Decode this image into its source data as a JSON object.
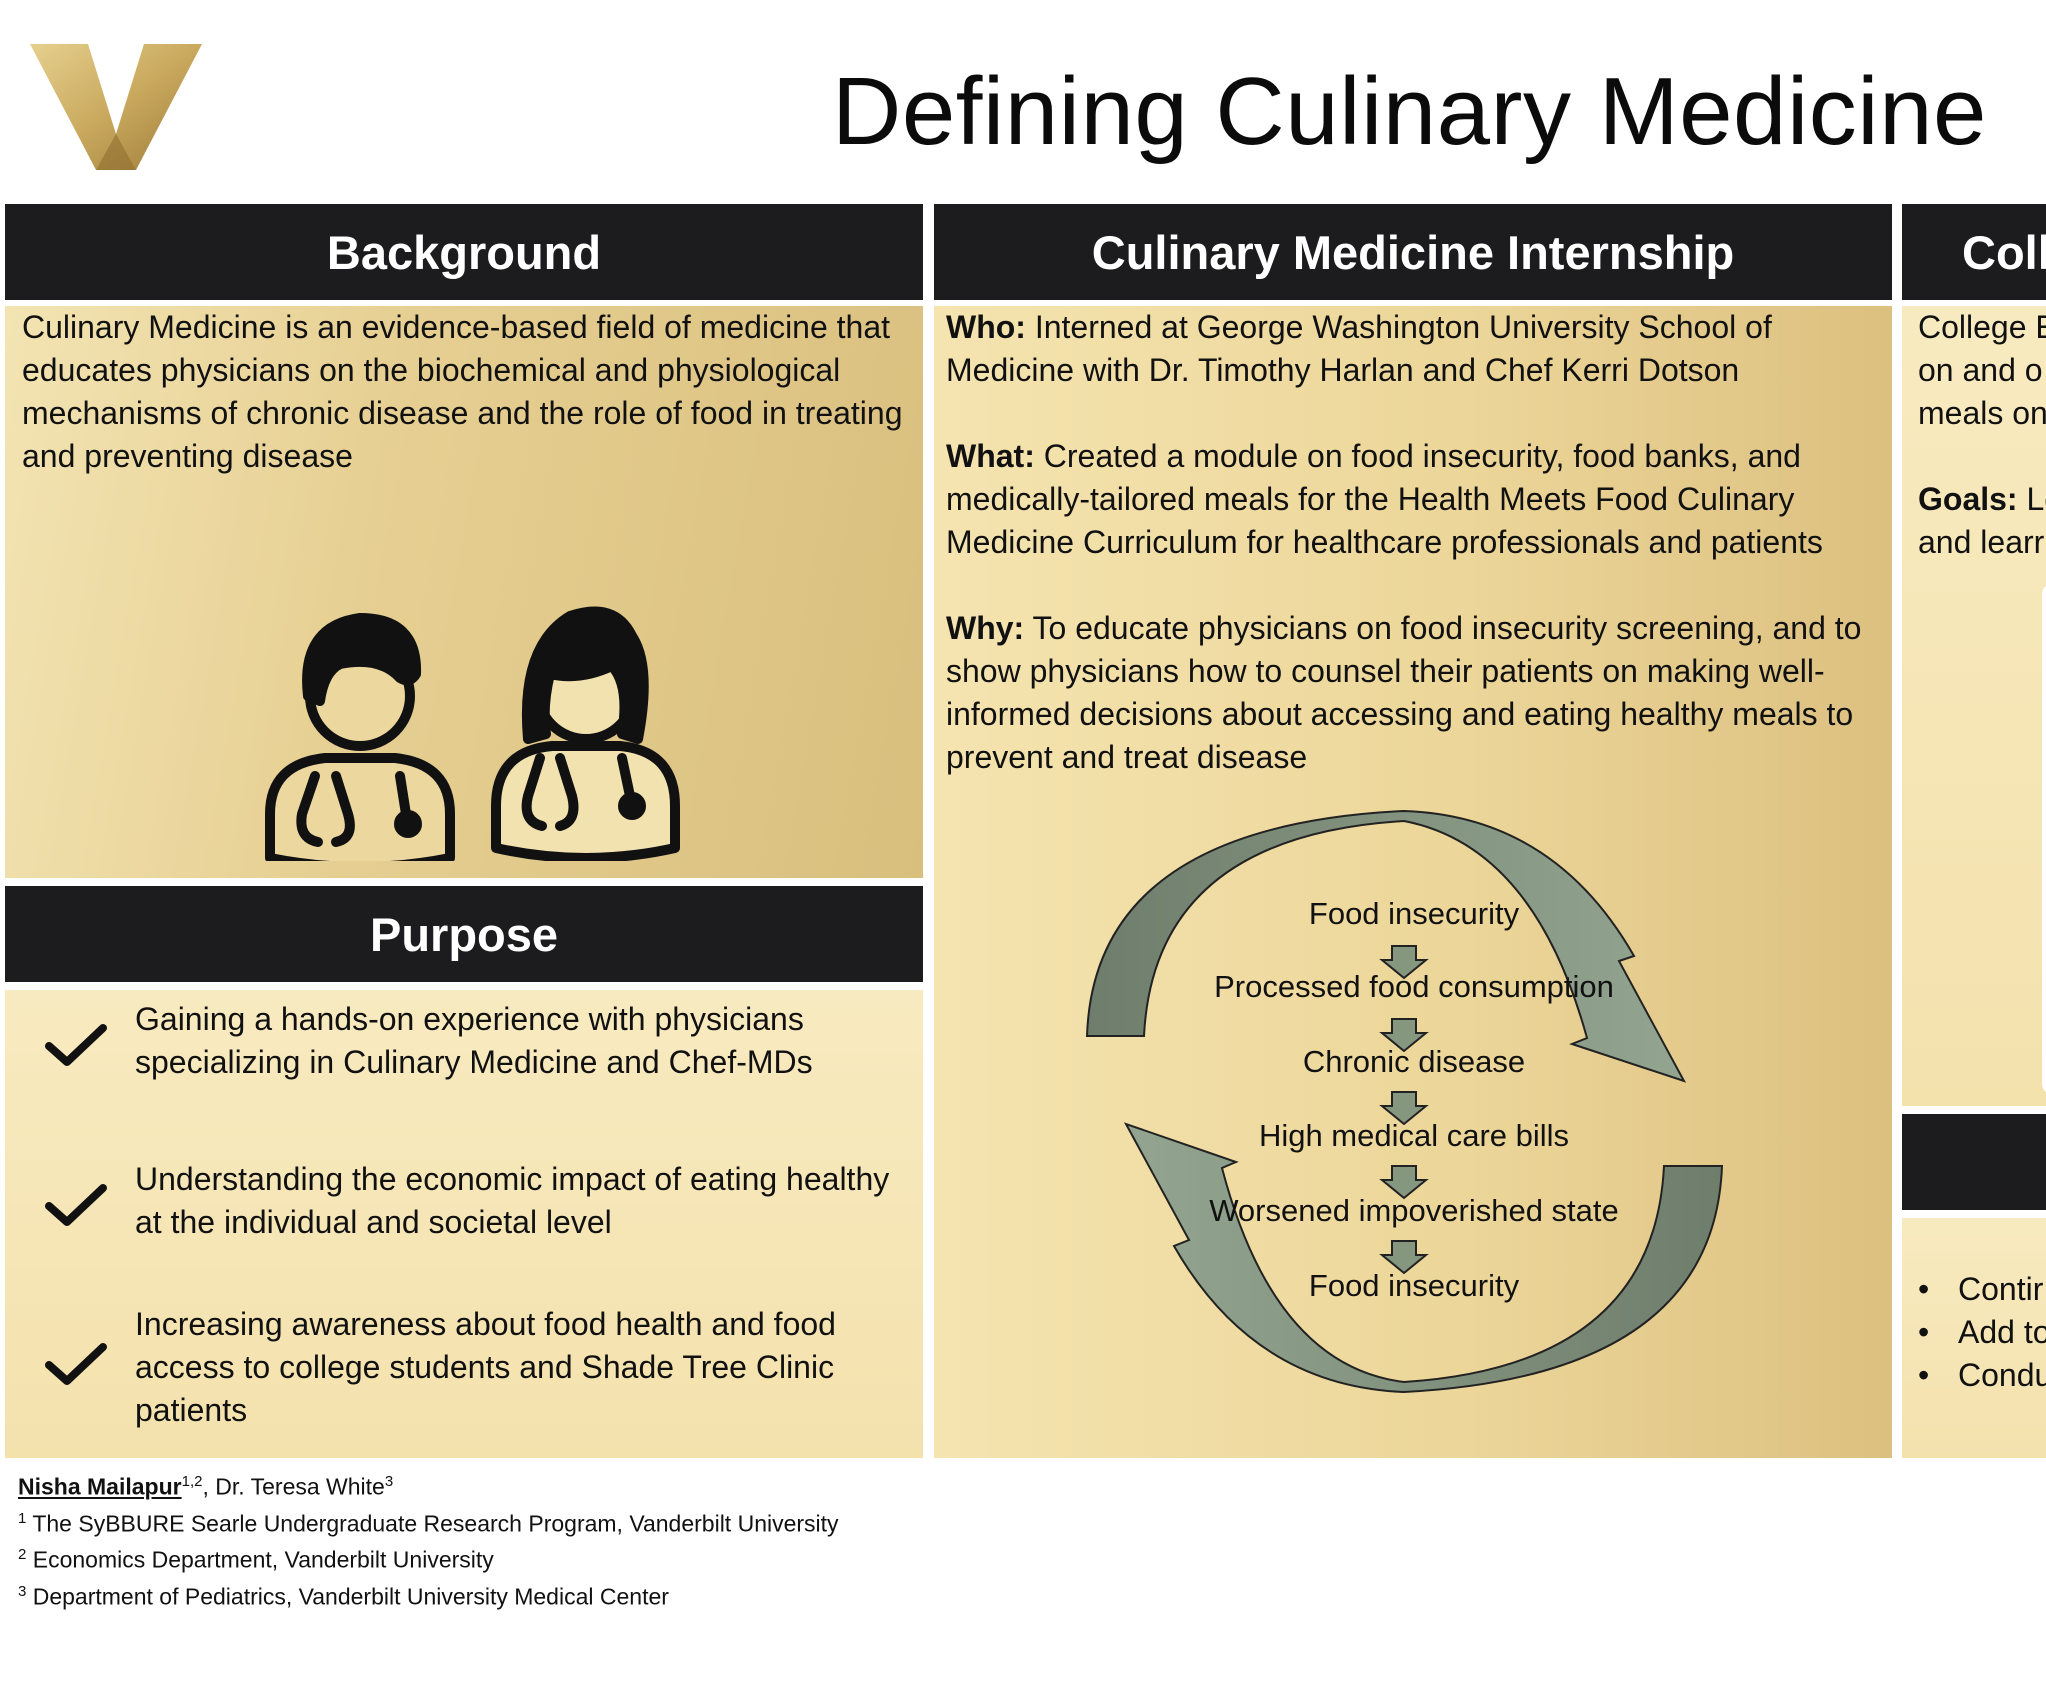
{
  "title": "Defining Culinary Medicine",
  "logo": {
    "letter": "V",
    "colors": [
      "#d8bf78",
      "#a6843e"
    ]
  },
  "background": {
    "heading": "Background",
    "text": "Culinary Medicine is an evidence-based field of medicine that educates physicians on the biochemical and physiological mechanisms of chronic disease and the role of food in treating and preventing disease",
    "icon": "doctors-icon"
  },
  "purpose": {
    "heading": "Purpose",
    "items": [
      "Gaining a hands-on experience with physicians specializing in Culinary Medicine and Chef-MDs",
      "Understanding the economic impact of eating healthy at the individual and societal level",
      "Increasing awareness about food health and food access to college students and Shade Tree Clinic patients"
    ]
  },
  "internship": {
    "heading": "Culinary Medicine Internship",
    "who_label": "Who:",
    "who": " Interned at George Washington University School of Medicine with Dr. Timothy Harlan and Chef Kerri Dotson",
    "what_label": "What:",
    "what": " Created a module on food insecurity, food banks, and medically-tailored meals for the Health Meets Food Culinary Medicine Curriculum for healthcare professionals and patients",
    "why_label": "Why:",
    "why": " To educate physicians on food insecurity screening, and to show physicians how to counsel their patients on making well-informed decisions about accessing and eating healthy meals to prevent and treat disease",
    "cycle": [
      "Food insecurity",
      "Processed food consumption",
      "Chronic disease",
      "High medical care bills",
      "Worsened impoverished state",
      "Food insecurity"
    ]
  },
  "college": {
    "heading": "Coll",
    "lines": [
      "College E",
      "on and o",
      "meals on"
    ],
    "goals_label": "Goals:",
    "goals_lines": [
      " Lo",
      "and learr"
    ]
  },
  "future": {
    "items": [
      "Contir",
      "Add to",
      "Condu"
    ]
  },
  "authors": {
    "lead": "Nisha Mailapur",
    "lead_sup": "1,2",
    "second": ", Dr. Teresa White",
    "second_sup": "3",
    "affiliations": [
      {
        "num": "1",
        "text": "The SyBBURE Searle Undergraduate Research Program, Vanderbilt University"
      },
      {
        "num": "2",
        "text": "Economics Department, Vanderbilt University"
      },
      {
        "num": "3",
        "text": "Department of Pediatrics, Vanderbilt University Medical Center"
      }
    ]
  }
}
